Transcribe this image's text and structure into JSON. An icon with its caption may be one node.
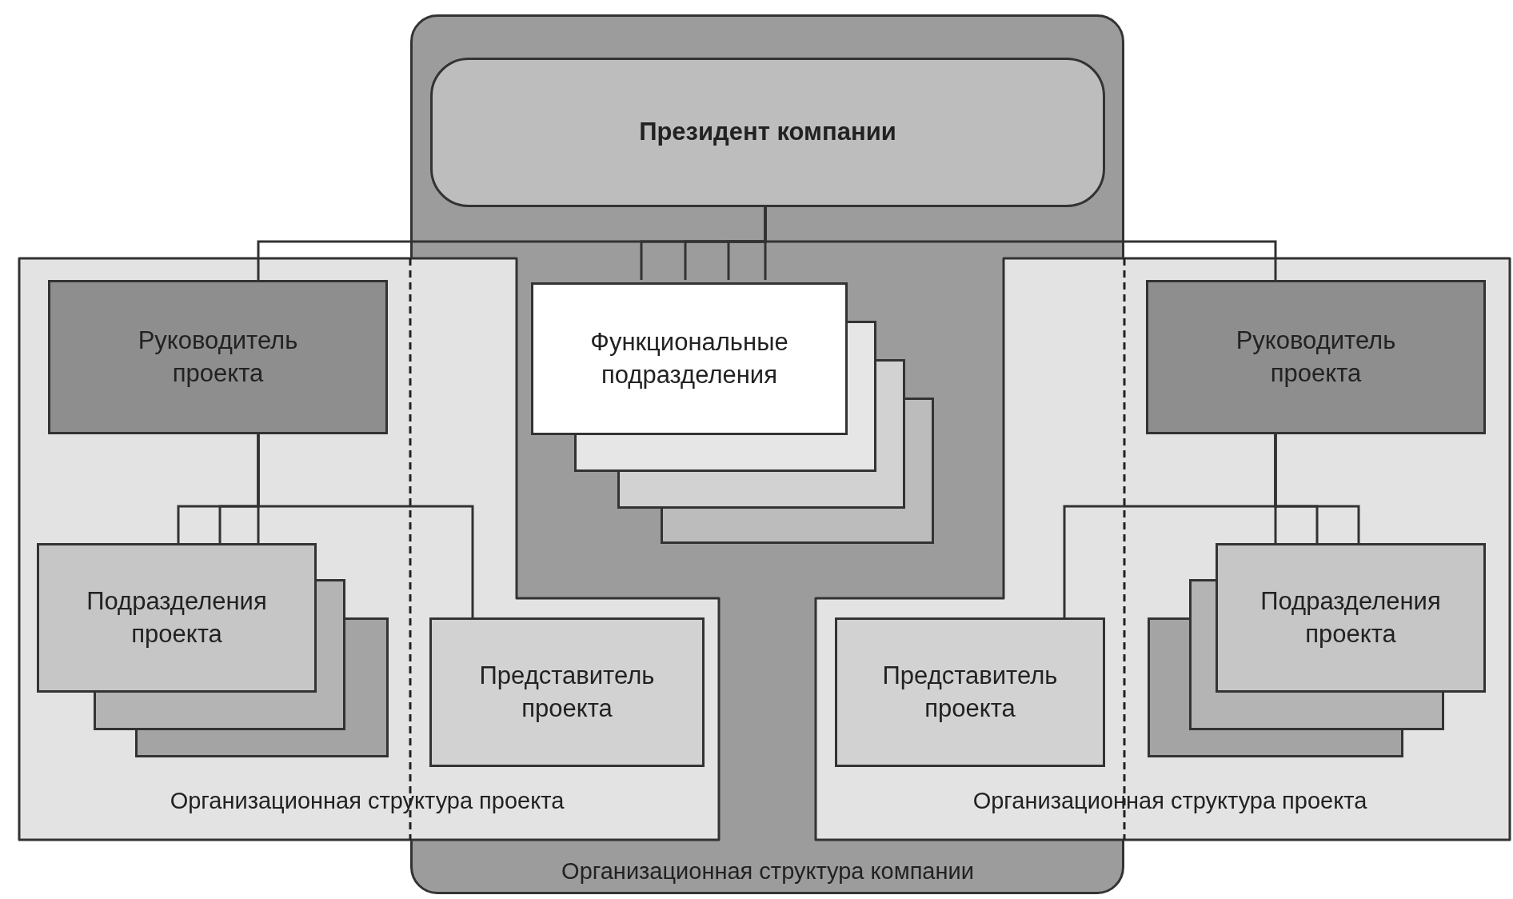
{
  "diagram": {
    "nodes": [
      {
        "text": [
          "Организационная структура компании"
        ]
      },
      {
        "text": [
          "Президент компании"
        ],
        "in": 0
      },
      {
        "text": [
          "Организационная структура проекта"
        ]
      },
      {
        "text": [
          "Руководитель проекта"
        ],
        "in": 2
      },
      {
        "text": [
          "Функциональные подразделения"
        ],
        "in": 0
      },
      {
        "text": [
          "Организационная структура проекта"
        ]
      },
      {
        "text": [
          "Руководитель проекта"
        ],
        "in": 5
      },
      {
        "text": [
          "Подразделения проекта"
        ],
        "in": 2
      },
      {
        "text": [
          "Представитель проекта"
        ]
      },
      {
        "text": [
          "Представитель проекта"
        ]
      },
      {
        "text": [
          "Подразделения проекта"
        ],
        "in": 5
      }
    ],
    "edges": [
      {
        "from": 1,
        "to": 4,
        "arrow": "none"
      },
      {
        "from": 1,
        "to": 4,
        "arrow": "none"
      },
      {
        "from": 1,
        "to": 4,
        "arrow": "none"
      },
      {
        "from": 1,
        "to": 4,
        "arrow": "none"
      },
      {
        "from": 1,
        "to": 3,
        "arrow": "none"
      },
      {
        "from": 1,
        "to": 6,
        "arrow": "none"
      },
      {
        "from": 3,
        "to": 7,
        "arrow": "none"
      },
      {
        "from": 3,
        "to": 7,
        "arrow": "none"
      },
      {
        "from": 3,
        "to": 7,
        "arrow": "none"
      },
      {
        "from": 3,
        "to": 8,
        "arrow": "none"
      },
      {
        "from": 6,
        "to": 10,
        "arrow": "none"
      },
      {
        "from": 6,
        "to": 10,
        "arrow": "none"
      },
      {
        "from": 6,
        "to": 10,
        "arrow": "none"
      },
      {
        "from": 6,
        "to": 9,
        "arrow": "none"
      }
    ]
  }
}
